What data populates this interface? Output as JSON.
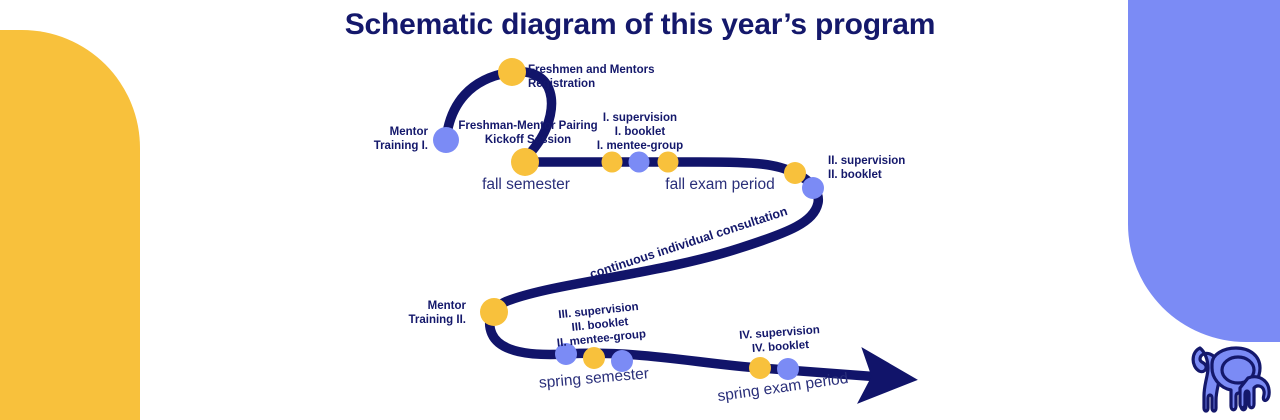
{
  "page": {
    "title": "Schematic diagram of this year’s program",
    "background": "#ffffff"
  },
  "colors": {
    "navy": "#14186B",
    "navy_line": "#11146A",
    "yellow": "#F8C13C",
    "purple": "#7B8BF5",
    "period_text": "#2A2F7A"
  },
  "decor": {
    "left_shape": "yellow-rounded-shape",
    "right_shape": "purple-rounded-shape",
    "logo": "elephant-logo"
  },
  "milestones": [
    {
      "id": "mentor-training-1",
      "label": "Mentor\nTraining I.",
      "node": "purple"
    },
    {
      "id": "registration",
      "label": "Freshmen and Mentors\nRegistration",
      "node": "yellow"
    },
    {
      "id": "pairing-kickoff",
      "label": "Freshman-Mentor Pairing\nKickoff Session",
      "node": "yellow"
    },
    {
      "id": "supervision-1",
      "label": "I. supervision\nI. booklet\nI. mentee-group",
      "node": "mixed"
    },
    {
      "id": "supervision-2",
      "label": "II. supervision\nII. booklet",
      "node": "mixed"
    },
    {
      "id": "mentor-training-2",
      "label": "Mentor\nTraining II.",
      "node": "yellow"
    },
    {
      "id": "supervision-3",
      "label": "III. supervision\nIII. booklet\nII. mentee-group",
      "node": "mixed"
    },
    {
      "id": "supervision-4",
      "label": "IV. supervision\nIV. booklet",
      "node": "mixed"
    }
  ],
  "periods": [
    {
      "id": "fall-semester",
      "label": "fall semester"
    },
    {
      "id": "fall-exam-period",
      "label": "fall exam period"
    },
    {
      "id": "spring-semester",
      "label": "spring semester"
    },
    {
      "id": "spring-exam-period",
      "label": "spring exam period"
    }
  ],
  "annotation": {
    "consultation": "continuous individual consultation"
  }
}
